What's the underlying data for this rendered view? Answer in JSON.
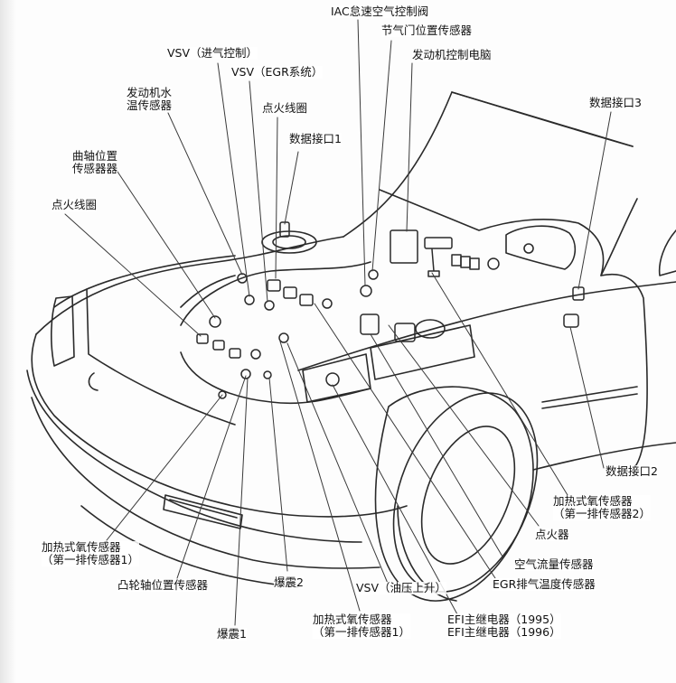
{
  "diagram": {
    "subject": "Engine compartment component locations",
    "line_color": "#2a2a2a",
    "text_color": "#111111"
  },
  "labels": {
    "iac_valve": "IAC怠速空气控制阀",
    "throttle_position_sensor": "节气门位置传感器",
    "ecu": "发动机控制电脑",
    "vsv_intake": "VSV（进气控制）",
    "vsv_egr": "VSV（EGR系统）",
    "coolant_temp_sensor_l1": "发动机水",
    "coolant_temp_sensor_l2": "温传感器",
    "ignition_coil_top": "点火线圈",
    "data_link_1": "数据接口1",
    "crank_position_sensor_l1": "曲轴位置",
    "crank_position_sensor_l2": "传感器器",
    "ignition_coil_left": "点火线圈",
    "data_link_3": "数据接口3",
    "data_link_2": "数据接口2",
    "heated_o2_sensor_2_l1": "加热式氧传感器",
    "heated_o2_sensor_2_l2": "（第一排传感器2）",
    "igniter": "点火器",
    "air_flow_meter": "空气流量传感器",
    "egr_gas_temp_sensor": "EGR排气温度传感器",
    "efi_relay_1995": "EFI主继电器（1995）",
    "efi_relay_1996": "EFI主继电器（1996）",
    "heated_o2_sensor_1_bottom_l1": "加热式氧传感器",
    "heated_o2_sensor_1_bottom_l2": "（第一排传感器1）",
    "vsv_oil_pressure": "VSV（油压上升）",
    "knock_sensor_2": "爆震2",
    "knock_sensor_1": "爆震1",
    "cam_position_sensor": "凸轮轴位置传感器",
    "heated_o2_sensor_1_left_l1": "加热式氧传感器",
    "heated_o2_sensor_1_left_l2": "（第一排传感器1）"
  }
}
